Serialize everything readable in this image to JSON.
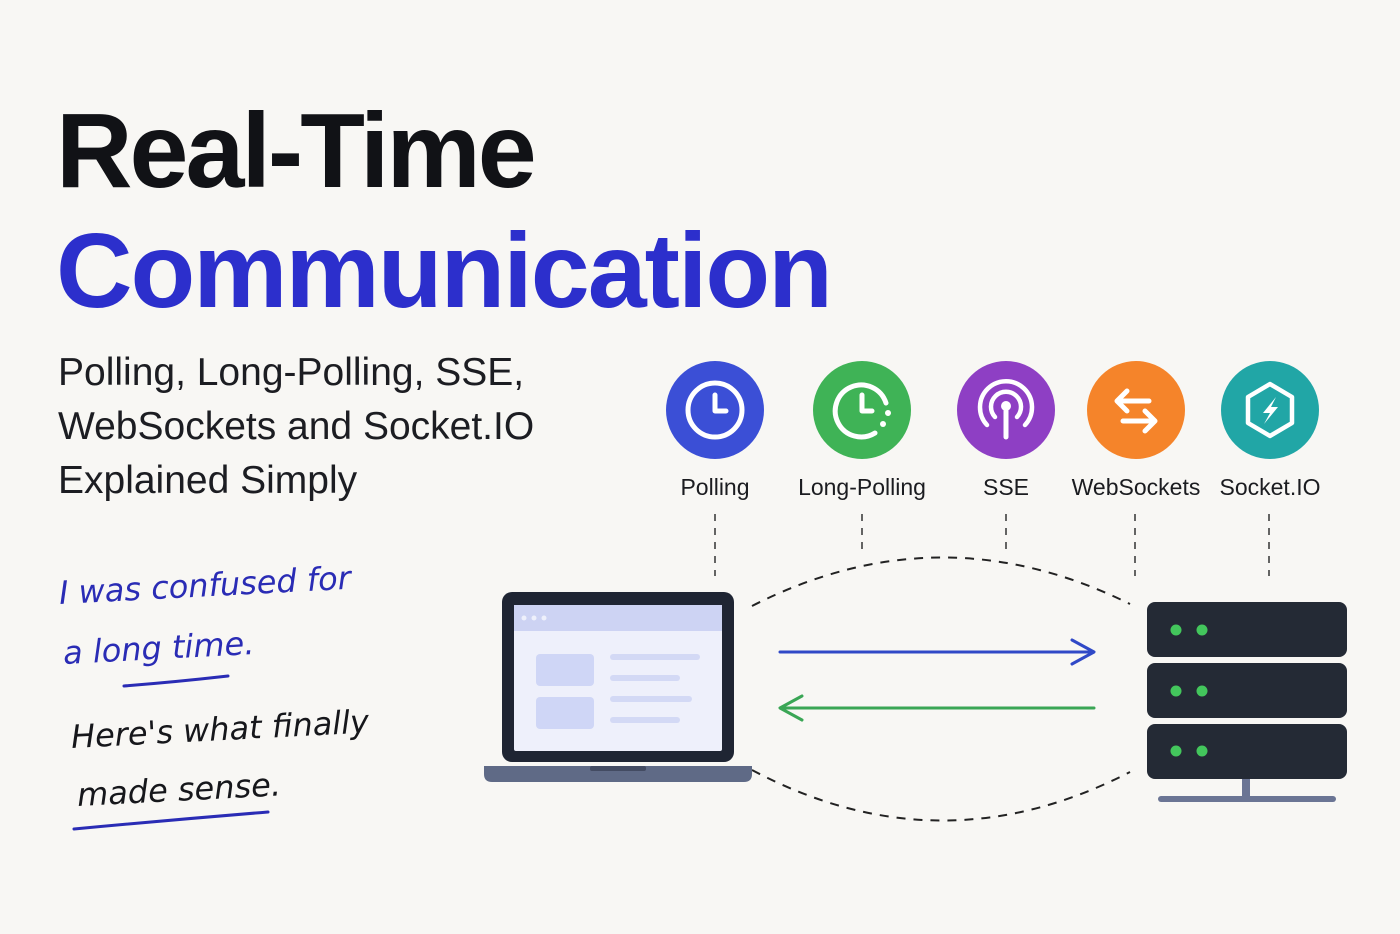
{
  "title": {
    "line1": "Real-Time",
    "line2": "Communication"
  },
  "subtitle": {
    "lines": [
      "Polling, Long-Polling, SSE,",
      "WebSockets and Socket.IO",
      "Explained Simply"
    ]
  },
  "notes": {
    "confused_line1": "I was confused for",
    "confused_line2": "a long time.",
    "finally_line1": "Here's what finally",
    "finally_line2": "made sense."
  },
  "techniques": [
    {
      "label": "Polling",
      "icon": "clock-icon",
      "color": "#3b4fd6"
    },
    {
      "label": "Long-Polling",
      "icon": "clock-dotted-icon",
      "color": "#3fb356"
    },
    {
      "label": "SSE",
      "icon": "broadcast-antenna-icon",
      "color": "#8e3fc4"
    },
    {
      "label": "WebSockets",
      "icon": "bidirectional-arrows-icon",
      "color": "#f5842a"
    },
    {
      "label": "Socket.IO",
      "icon": "hexagon-bolt-icon",
      "color": "#21a6a6"
    }
  ],
  "colors": {
    "title_dark": "#111216",
    "accent_blue": "#2c2fcc",
    "request_arrow": "#3049c7",
    "response_arrow": "#3aa655",
    "server_body": "#242a35",
    "server_led": "#43c65c",
    "laptop_frame": "#1f2533",
    "laptop_base": "#5f6a86"
  }
}
